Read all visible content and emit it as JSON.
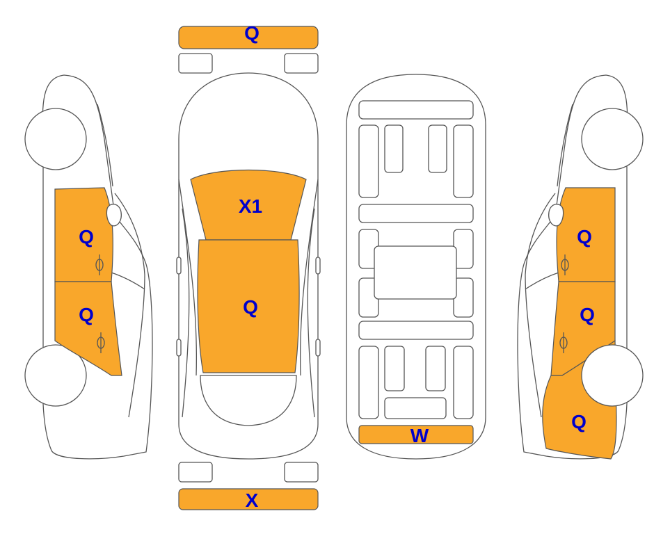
{
  "colors": {
    "panel_fill": "#f9a72b",
    "code_text": "#0000cc",
    "outline": "#555555",
    "background": "#ffffff"
  },
  "views": {
    "left_side": {
      "front_door": "Q",
      "rear_door": "Q"
    },
    "top": {
      "front_bumper": "Q",
      "windshield": "X1",
      "roof": "Q",
      "rear_bumper": "X"
    },
    "bottom": {
      "rear_panel": "W"
    },
    "right_side": {
      "front_door": "Q",
      "rear_door": "Q",
      "rear_quarter": "Q"
    }
  }
}
